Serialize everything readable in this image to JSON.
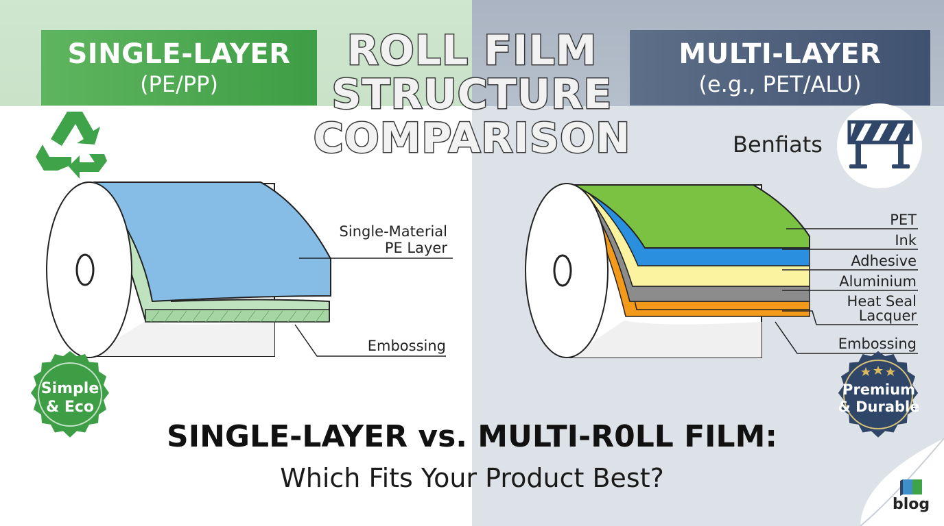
{
  "title": {
    "line1": "ROLL FILM",
    "line2": "STRUCTURE",
    "line3": "COMPARISON"
  },
  "left": {
    "banner_title": "SINGLE-LAYER",
    "banner_subtitle": "(PE/PP)",
    "layer_label_line1": "Single-Material",
    "layer_label_line2": "PE Layer",
    "embossing_label": "Embossing",
    "badge_line1": "Simple",
    "badge_line2": "& Eco",
    "icon": "recycle-icon"
  },
  "right": {
    "banner_title": "MULTI-LAYER",
    "banner_subtitle": "(e.g., PET/ALU)",
    "benefits_label": "Benfiats",
    "icon": "barrier-icon",
    "layers": [
      {
        "name": "PET",
        "color": "#7cc242"
      },
      {
        "name": "Ink",
        "color": "#2b8fe0"
      },
      {
        "name": "Adhesive",
        "color": "#fbf3a0"
      },
      {
        "name": "Aluminium",
        "color": "#8c8c8c"
      },
      {
        "name": "Heat Seal",
        "color": "#f39a1b"
      }
    ],
    "layer_label_line2": "Lacquer",
    "embossing_label": "Embossing",
    "badge_line1": "Premium",
    "badge_line2": "& Durable"
  },
  "headline": "SINGLE-LAYER vs. MULTI-R0LL FILM:",
  "subheadline": "Which Fits Your Product Best?",
  "logo_text": "blog",
  "colors": {
    "eco_green": "#3e9e45",
    "premium_navy": "#2f4668",
    "pe_blue": "#86bde6",
    "pe_green": "#bfe3bf"
  }
}
